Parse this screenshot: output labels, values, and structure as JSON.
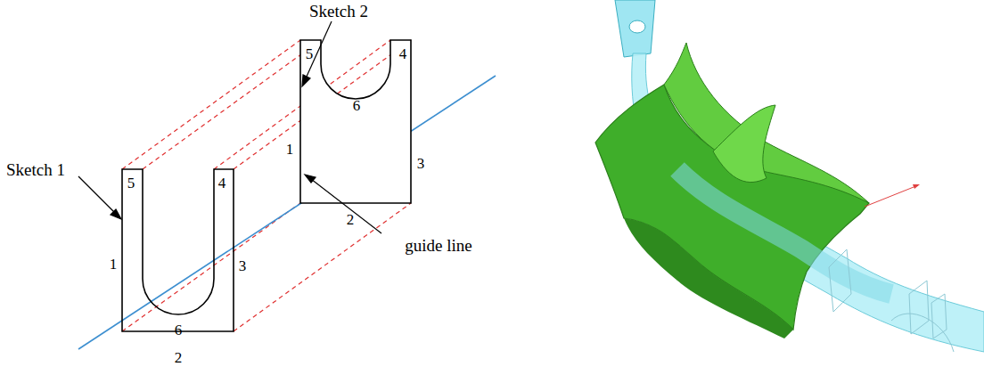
{
  "diagram": {
    "labels": [
      "Sketch 2",
      "5",
      "4",
      "1",
      "6",
      "3",
      "2",
      "guide line",
      "Sketch 1",
      "5",
      "4",
      "1",
      "6",
      "3",
      "2"
    ]
  }
}
